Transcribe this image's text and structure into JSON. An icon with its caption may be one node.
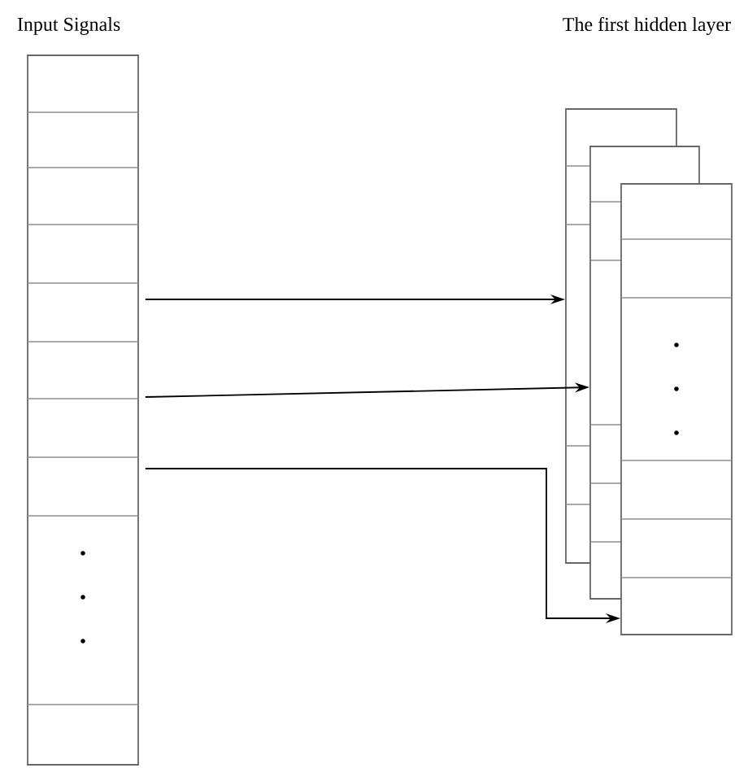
{
  "diagram": {
    "nodes": [
      {
        "text": [
          "Input Signals"
        ]
      },
      {
        "text": [],
        "shape": "box"
      },
      {
        "text": [],
        "shape": "box"
      },
      {
        "text": [],
        "shape": "box"
      }
    ],
    "edges": [
      {
        "from": 0,
        "to": 1,
        "arrow": "to"
      },
      {
        "from": 0,
        "to": 2,
        "arrow": "to"
      },
      {
        "from": 0,
        "to": 3,
        "arrow": "to"
      }
    ],
    "labels": [
      "The first hidden layer"
    ]
  }
}
